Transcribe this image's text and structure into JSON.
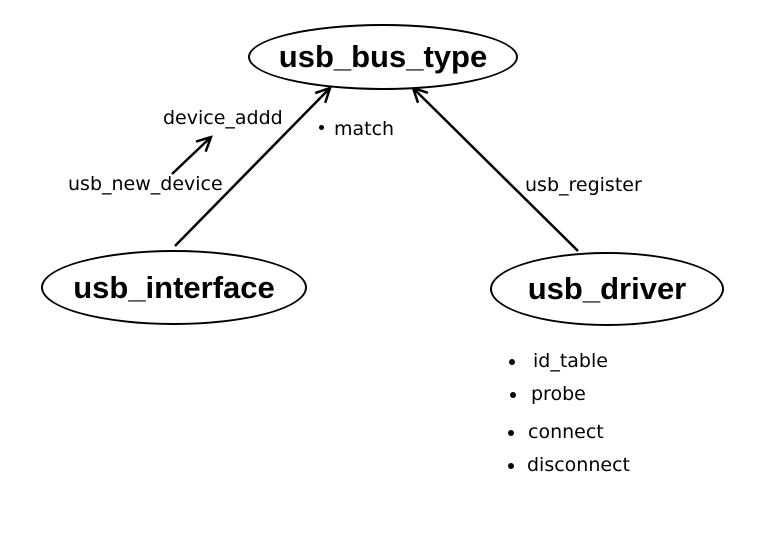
{
  "nodes": {
    "bus": "usb_bus_type",
    "interface": "usb_interface",
    "driver": "usb_driver"
  },
  "labels": {
    "device_add": "device_addd",
    "match": "match",
    "new_device": "usb_new_device",
    "register": "usb_register"
  },
  "driver_members": [
    "id_table",
    "probe",
    "connect",
    "disconnect"
  ]
}
